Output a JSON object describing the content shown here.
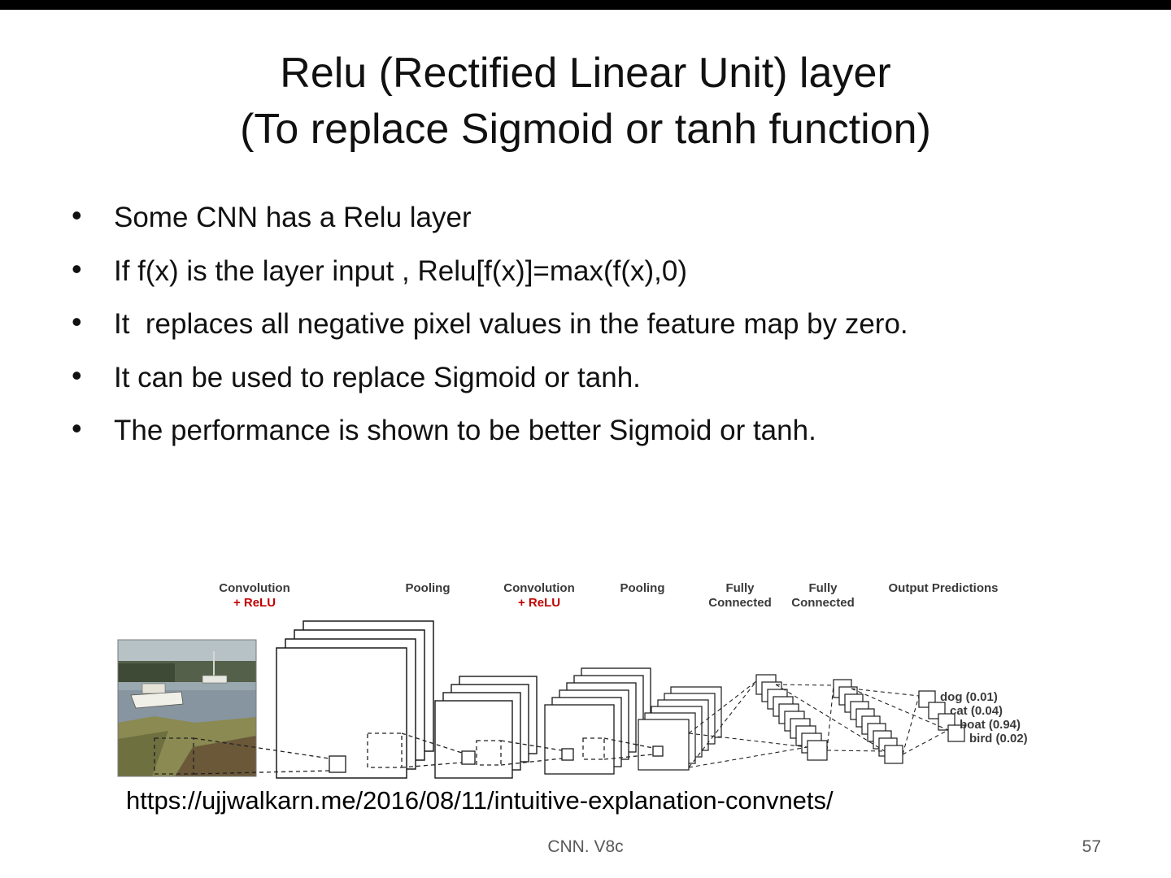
{
  "slide": {
    "title": {
      "line1": "Relu (Rectified Linear Unit) layer",
      "line2": "(To replace Sigmoid or tanh function)"
    },
    "bullets": [
      "Some CNN has a Relu layer",
      "If f(x) is the layer input , Relu[f(x)]=max(f(x),0)",
      "It  replaces all negative pixel values in the feature map by zero.",
      "It can be used to replace Sigmoid or tanh.",
      "The performance is shown to be better Sigmoid or tanh."
    ],
    "diagram": {
      "relu_color": "#c00000",
      "labels": [
        {
          "title": "Convolution",
          "subtitle": "+ ReLU"
        },
        {
          "title": "Pooling",
          "subtitle": ""
        },
        {
          "title": "Convolution",
          "subtitle": "+ ReLU"
        },
        {
          "title": "Pooling",
          "subtitle": ""
        },
        {
          "title": "Fully",
          "subtitle": "Connected"
        },
        {
          "title": "Fully",
          "subtitle": "Connected"
        },
        {
          "title": "Output Predictions",
          "subtitle": ""
        }
      ],
      "predictions": [
        "dog (0.01)",
        "cat (0.04)",
        "boat (0.94)",
        "bird (0.02)"
      ]
    },
    "source_url": "https://ujjwalkarn.me/2016/08/11/intuitive-explanation-convnets/",
    "footer": {
      "center_text": "CNN. V8c",
      "page_number": "57"
    }
  }
}
